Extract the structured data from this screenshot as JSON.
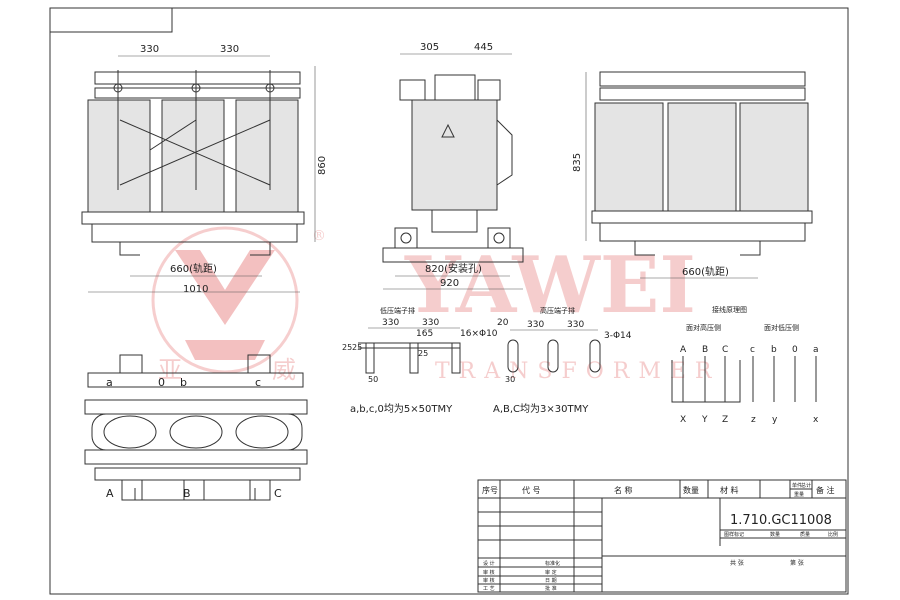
{
  "front": {
    "d330a": "330",
    "d330b": "330",
    "h860": "860",
    "d660": "660(轨距)",
    "d1010": "1010"
  },
  "side": {
    "d305": "305",
    "d445": "445",
    "d820": "820(安装孔)",
    "d920": "920"
  },
  "right": {
    "h835": "835",
    "d660": "660(轨距)"
  },
  "lv_terminal": {
    "title": "低压端子排",
    "d330a": "330",
    "d330b": "330",
    "d165": "165",
    "d25a": "25",
    "d25b": "25",
    "d25c": "25",
    "d50": "50",
    "hole": "16×Φ10",
    "note": "a,b,c,0均为5×50TMY"
  },
  "hv_terminal": {
    "title": "高压端子排",
    "d20": "20",
    "d330a": "330",
    "d330b": "330",
    "d30": "30",
    "hole": "3-Φ14",
    "note": "A,B,C均为3×30TMY"
  },
  "wiring": {
    "title": "接线原理图",
    "hv_side": "面对高压侧",
    "lv_side": "面对低压侧",
    "hv_top": [
      "A",
      "B",
      "C"
    ],
    "lv_top": [
      "c",
      "b",
      "0",
      "a"
    ],
    "hv_bottom": [
      "X",
      "Y",
      "Z"
    ],
    "lv_bottom": [
      "z",
      "y",
      "x"
    ]
  },
  "plan": {
    "lv": [
      "a",
      "0",
      "b",
      "c"
    ],
    "hv": [
      "A",
      "B",
      "C"
    ]
  },
  "watermark": {
    "brand": "YAWEI",
    "sub": "TRANSFORMER",
    "cn1": "亚",
    "cn2": "威",
    "reg": "®"
  },
  "title_block": {
    "headers": [
      "序号",
      "代 号",
      "名 称",
      "数量",
      "材 料",
      "单件",
      "总计",
      "备 注"
    ],
    "weight": "重量",
    "drawing_no": "1.710.GC11008",
    "stage": "图样标记",
    "mass": "数量",
    "mass2": "质量",
    "scale": "比例",
    "sheet_total": "共 张",
    "sheet": "第 张",
    "roles": [
      "设 计",
      "审 核",
      "审 核",
      "工 艺"
    ],
    "roles2": [
      "标准化",
      "审 定",
      "日 期",
      "批 准"
    ]
  }
}
